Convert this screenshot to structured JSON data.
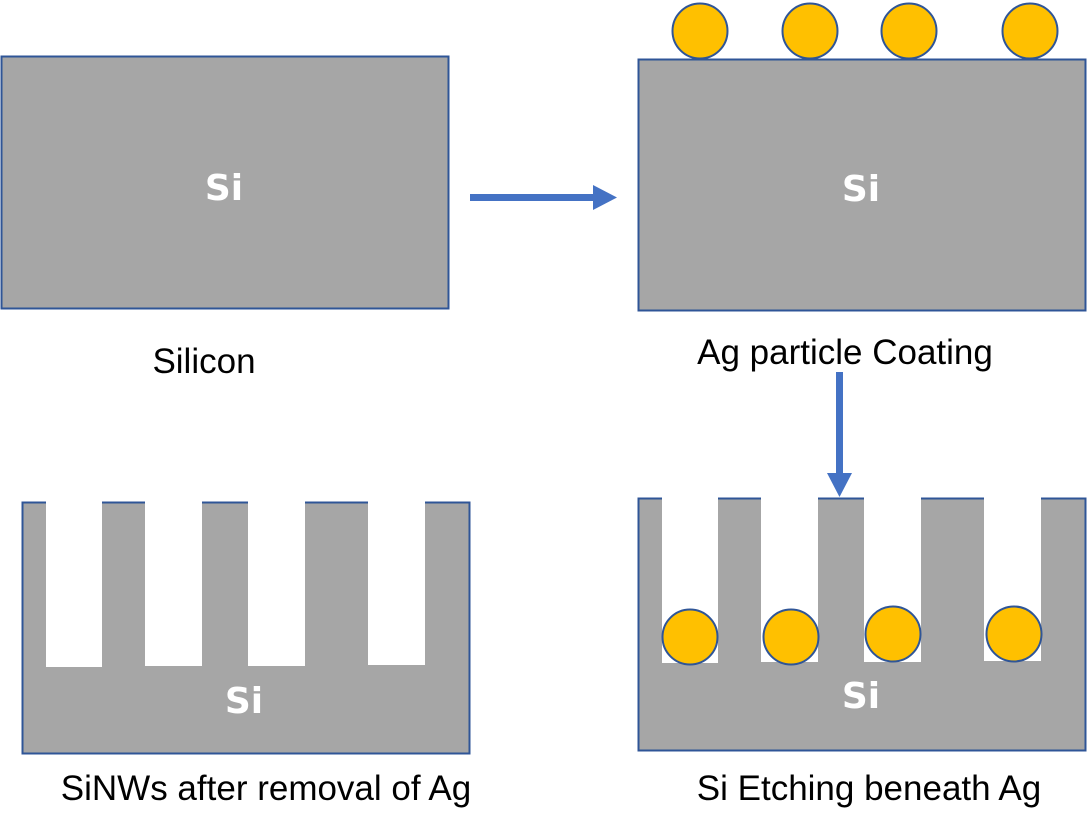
{
  "title": "Metal-assisted chemical etching of silicon nanowires",
  "colors": {
    "silicon": "#A6A6A6",
    "outline": "#2F5597",
    "silver_particle": "#FFC000",
    "arrow": "#4472C4",
    "etched_pore": "#FFFFFF",
    "label_on_silicon": "#FFFFFF",
    "caption": "#000000"
  },
  "steps": [
    {
      "id": "silicon",
      "material_label": "Si",
      "caption": "Silicon",
      "particle_count": 0,
      "pore_count": 0
    },
    {
      "id": "ag-coating",
      "material_label": "Si",
      "caption": "Ag particle Coating",
      "particle_count": 4,
      "pore_count": 0
    },
    {
      "id": "etching",
      "material_label": "Si",
      "caption": "Si Etching beneath Ag",
      "particle_count": 4,
      "pore_count": 4
    },
    {
      "id": "sinws",
      "material_label": "Si",
      "caption": "SiNWs after removal of Ag",
      "particle_count": 0,
      "pore_count": 4
    }
  ],
  "arrows": [
    {
      "from": "silicon",
      "to": "ag-coating",
      "direction": "right"
    },
    {
      "from": "ag-coating",
      "to": "etching",
      "direction": "down"
    }
  ],
  "icons": {
    "particle": "silver-particle-icon",
    "arrow_right": "arrow-right-icon",
    "arrow_down": "arrow-down-icon"
  }
}
